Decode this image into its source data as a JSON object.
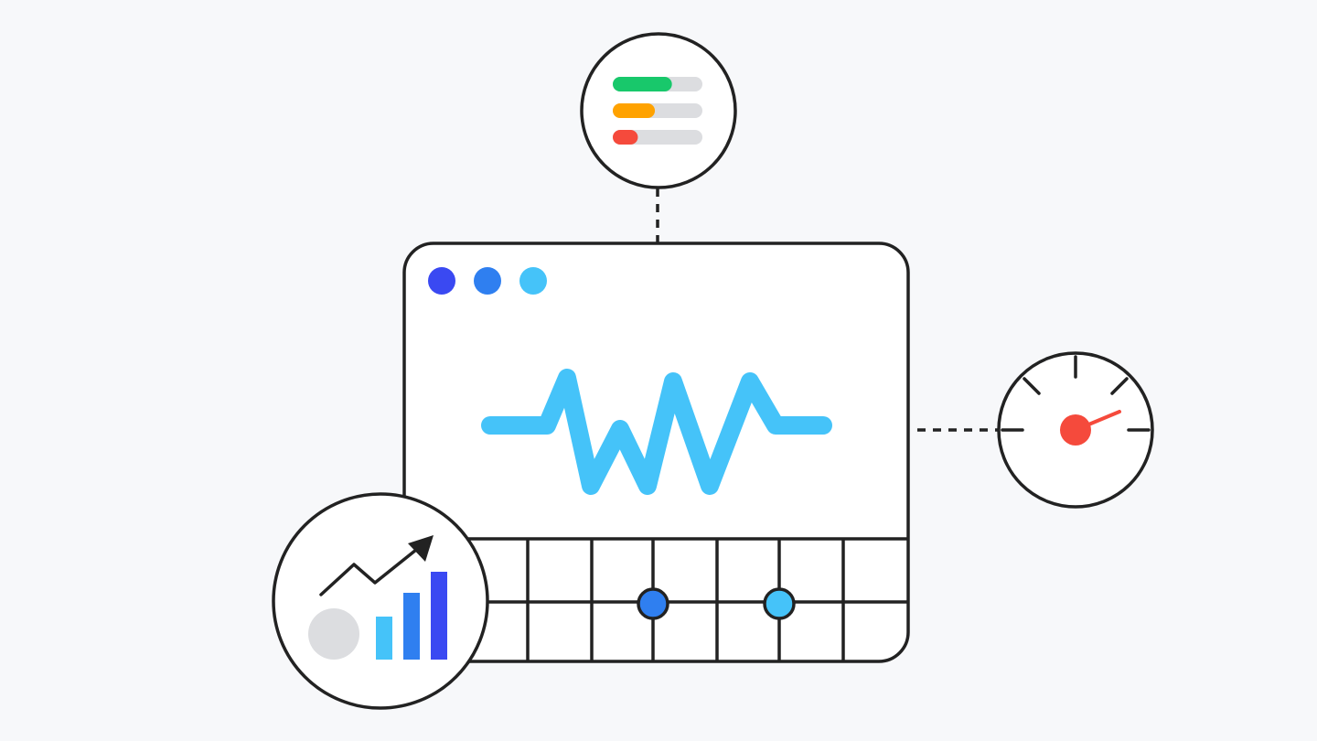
{
  "colors": {
    "background": "#f7f8fa",
    "outline": "#222222",
    "panel": "#ffffff",
    "pulse": "#45c3f9",
    "dot_1": "#3a49f2",
    "dot_2": "#2f7ff0",
    "dot_3": "#45c3f9",
    "track": "#dcdde0",
    "gauge_needle": "#f54a3c",
    "bar_short": "#45c3f9",
    "bar_mid": "#2f7ff0",
    "bar_tall": "#3a49f2",
    "grid_marker_1": "#2f7ff0",
    "grid_marker_2": "#45c3f9"
  },
  "window": {
    "icon": "browser-window",
    "control_dots": [
      "dot_1",
      "dot_2",
      "dot_3"
    ],
    "content_icon": "heartbeat-pulse-icon"
  },
  "status_bars": [
    {
      "color": "#18c86b",
      "level": 0.66
    },
    {
      "color": "#ffa200",
      "level": 0.47
    },
    {
      "color": "#f54a3c",
      "level": 0.28
    }
  ],
  "gauge": {
    "icon": "speedometer-icon",
    "level": 0.78
  },
  "growth": {
    "icon": "trending-up-chart-icon",
    "bar_levels": [
      0.47,
      0.73,
      0.96
    ]
  },
  "grid": {
    "icon": "timeline-grid",
    "markers": [
      "grid_marker_1",
      "grid_marker_2"
    ]
  }
}
